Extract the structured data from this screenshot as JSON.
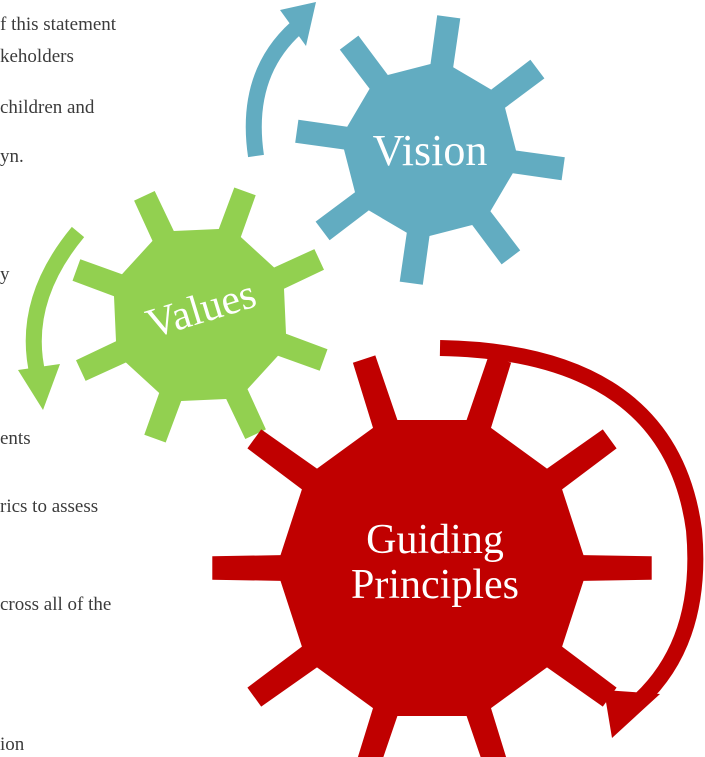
{
  "background_text": [
    "f this statement",
    "keholders",
    " children and",
    "yn.",
    "y",
    "ents",
    "rics to assess",
    "cross all of the",
    "ion"
  ],
  "gears": {
    "vision": {
      "label": "Vision",
      "color": "#62acc1"
    },
    "values": {
      "label": "Values",
      "color": "#92d050"
    },
    "guiding": {
      "label_line1": "Guiding",
      "label_line2": "Principles",
      "color": "#c00000"
    }
  },
  "arrows": {
    "vision_color": "#62acc1",
    "values_color": "#92d050",
    "guiding_color": "#c00000"
  }
}
